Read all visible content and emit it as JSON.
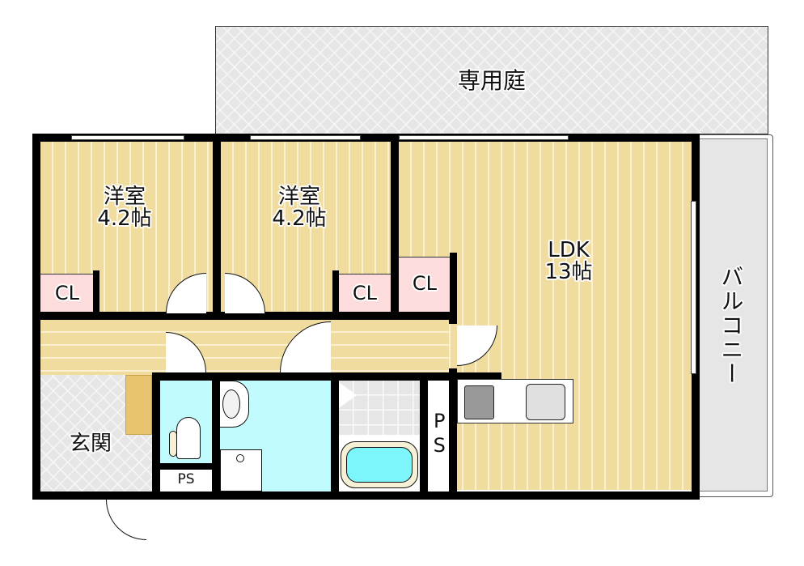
{
  "floorplan": {
    "garden": {
      "label": "専用庭"
    },
    "rooms": [
      {
        "id": "western-room-1",
        "name": "洋室",
        "size": "4.2帖"
      },
      {
        "id": "western-room-2",
        "name": "洋室",
        "size": "4.2帖"
      },
      {
        "id": "ldk",
        "name": "LDK",
        "size": "13帖"
      }
    ],
    "closets": [
      {
        "label": "CL"
      },
      {
        "label": "CL"
      },
      {
        "label": "CL"
      }
    ],
    "entrance": {
      "label": "玄関"
    },
    "balcony": {
      "label": "バルコニー"
    },
    "pipe_spaces": [
      {
        "label": "PS"
      },
      {
        "label": "PS"
      }
    ],
    "colors": {
      "floor": "#f0dc9f",
      "closet": "#fcdcdc",
      "wet_area": "#c2fbfd",
      "bath_water": "#7cf6fb",
      "wall": "#000000",
      "balcony": "#e6e6e6",
      "shoe_storage": "#e9c46e"
    }
  }
}
